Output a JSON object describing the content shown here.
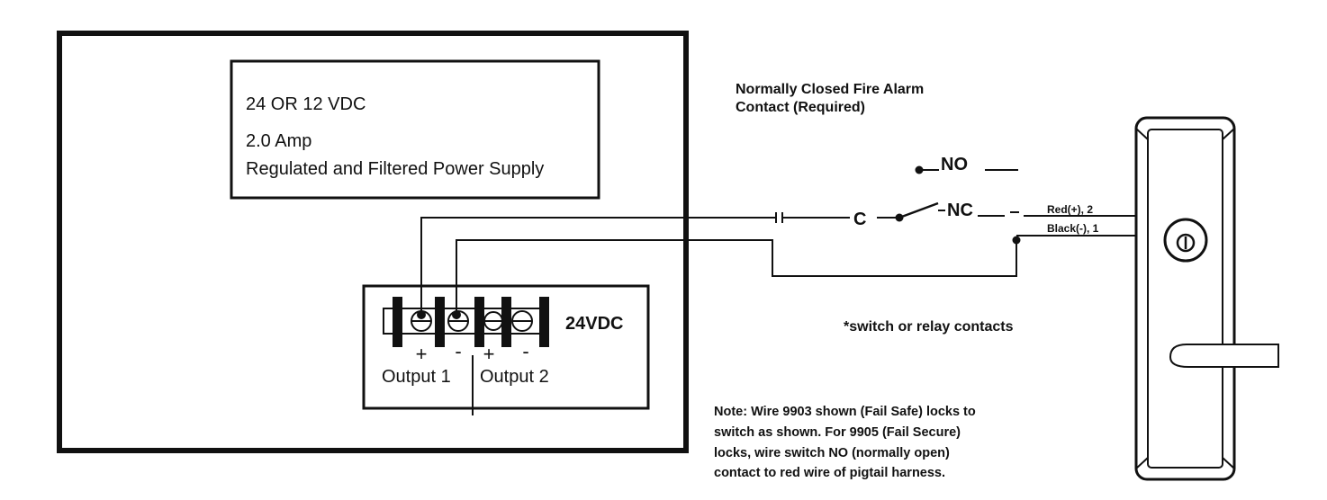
{
  "power_supply": {
    "voltage": "24 OR 12 VDC",
    "amp": "2.0 Amp",
    "description": "Regulated and Filtered Power Supply"
  },
  "terminal_block": {
    "voltage_label": "24VDC",
    "polarity": [
      "+",
      "-",
      "+",
      "-"
    ],
    "output1": "Output 1",
    "output2": "Output 2"
  },
  "fire_alarm": {
    "title_line1": "Normally Closed Fire Alarm",
    "title_line2": "Contact (Required)",
    "label_no": "NO",
    "label_c": "C",
    "label_nc": "NC",
    "footnote": "*switch or relay contacts"
  },
  "wires": {
    "red": "Red(+), 2",
    "black": "Black(-), 1"
  },
  "note": {
    "line1": "Note: Wire 9903 shown (Fail Safe) locks to",
    "line2": "switch as shown. For 9905 (Fail Secure)",
    "line3": "locks, wire switch NO (normally open)",
    "line4": "contact to red wire of pigtail harness."
  }
}
